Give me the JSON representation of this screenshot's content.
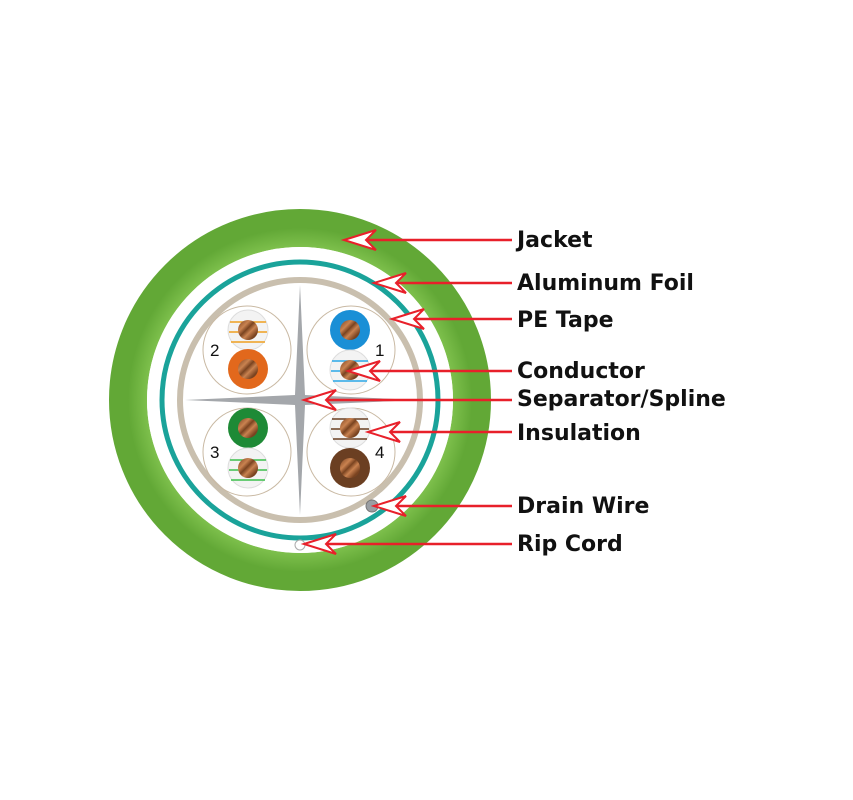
{
  "diagram": {
    "labels": {
      "jacket": "Jacket",
      "foil": "Aluminum Foil",
      "pe_tape": "PE Tape",
      "conductor": "Conductor",
      "separator": "Separator/Spline",
      "insulation": "Insulation",
      "drain_wire": "Drain Wire",
      "rip_cord": "Rip Cord"
    },
    "pair_numbers": {
      "p1": "1",
      "p2": "2",
      "p3": "3",
      "p4": "4"
    },
    "colors": {
      "jacket": "#74bb44",
      "foil": "#1aa39a",
      "pe_tape": "#c9bfae",
      "spline": "#a4a7ab",
      "arrow": "#e8202a",
      "blue": "#1a8fd6",
      "orange": "#e2681c",
      "green": "#1e8a36",
      "brown": "#6b3f22",
      "copper": "#b06a3c"
    }
  }
}
